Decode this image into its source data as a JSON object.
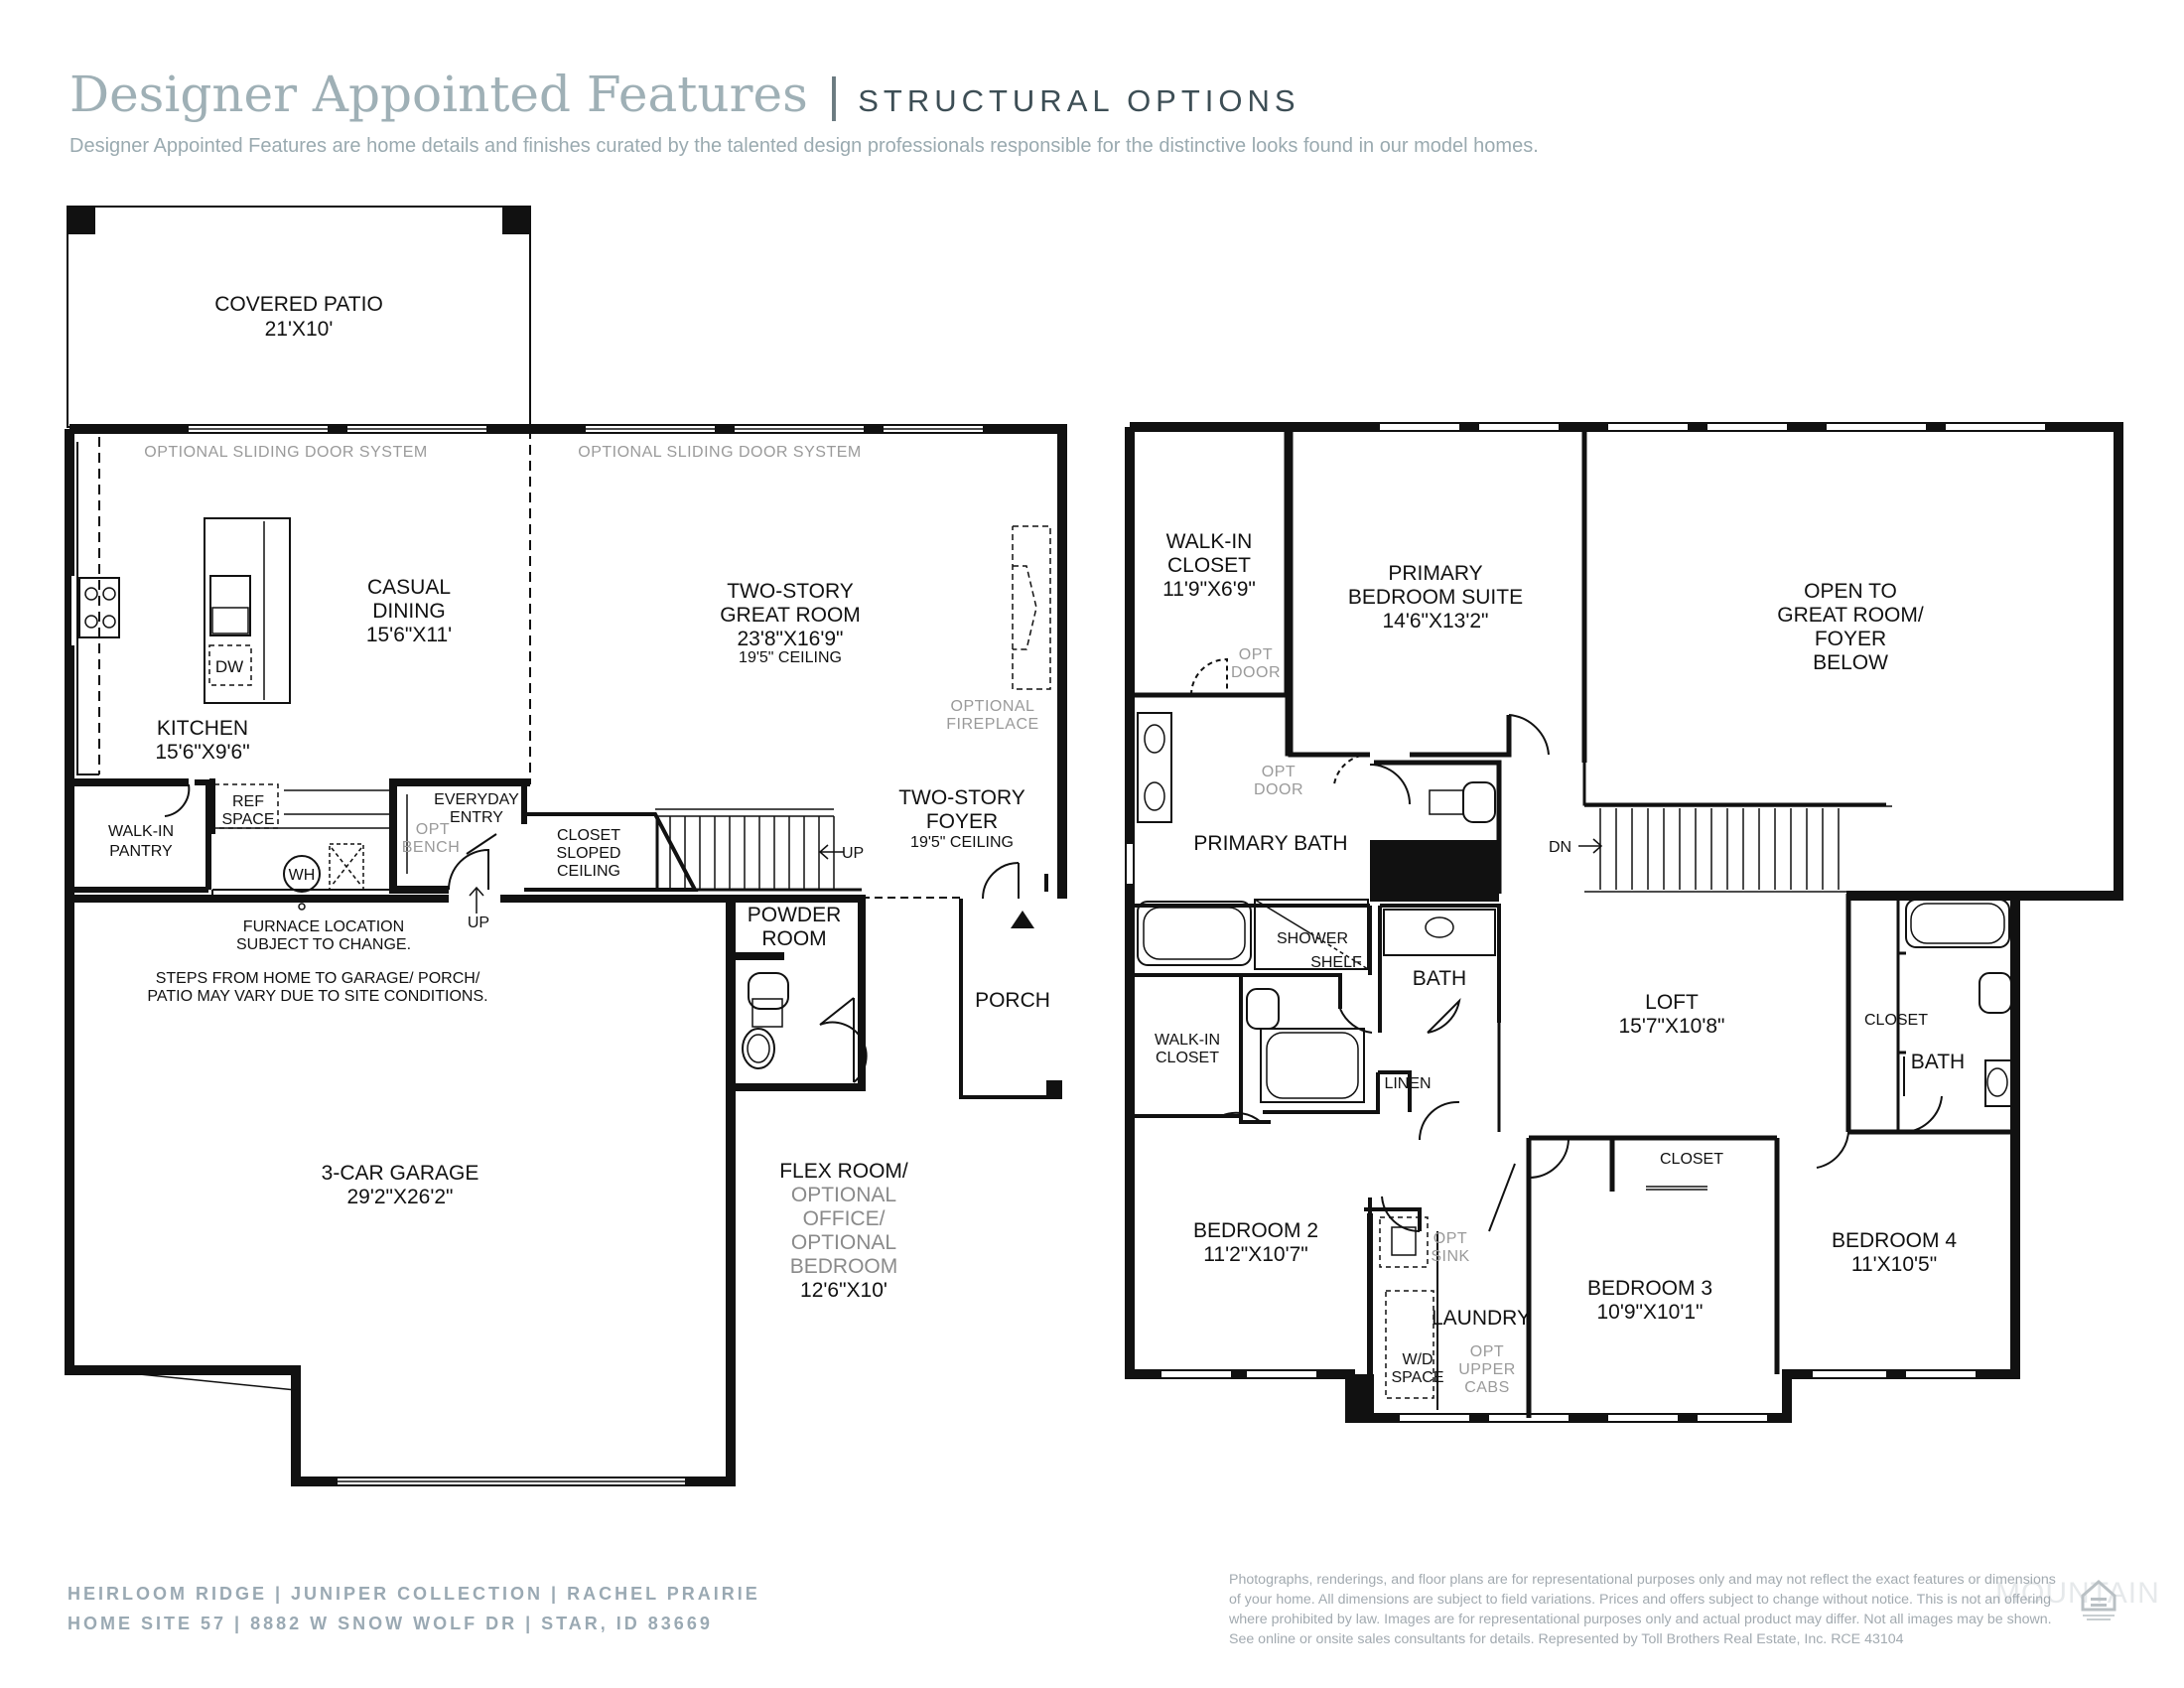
{
  "header": {
    "title": "Designer Appointed Features",
    "divider": "|",
    "subtitle": "STRUCTURAL OPTIONS",
    "tagline": "Designer Appointed Features are home details and finishes curated by the talented design professionals responsible for the distinctive looks found in our model homes."
  },
  "first_floor": {
    "covered_patio": [
      "COVERED PATIO",
      "21'X10'"
    ],
    "sliding_door_1": "OPTIONAL SLIDING DOOR SYSTEM",
    "sliding_door_2": "OPTIONAL SLIDING DOOR SYSTEM",
    "casual_dining": [
      "CASUAL",
      "DINING",
      "15'6\"X11'"
    ],
    "great_room": [
      "TWO-STORY",
      "GREAT ROOM",
      "23'8\"X16'9\"",
      "19'5\" CEILING"
    ],
    "optional_fireplace": [
      "OPTIONAL",
      "FIREPLACE"
    ],
    "dw": "DW",
    "kitchen": [
      "KITCHEN",
      "15'6\"X9'6\""
    ],
    "walkin_pantry": [
      "WALK-IN",
      "PANTRY"
    ],
    "ref_space": [
      "REF",
      "SPACE"
    ],
    "everyday_entry": [
      "EVERYDAY",
      "ENTRY"
    ],
    "opt_bench": [
      "OPT",
      "BENCH"
    ],
    "closet_sloped": [
      "CLOSET",
      "SLOPED",
      "CEILING"
    ],
    "up_stairs": "UP",
    "foyer": [
      "TWO-STORY",
      "FOYER",
      "19'5\" CEILING"
    ],
    "wh": "WH",
    "up_garage": "UP",
    "furnace_note": [
      "FURNACE LOCATION",
      "SUBJECT TO CHANGE."
    ],
    "steps_note": [
      "STEPS FROM HOME TO GARAGE/ PORCH/",
      "PATIO MAY VARY DUE TO SITE CONDITIONS."
    ],
    "powder_room": [
      "POWDER",
      "ROOM"
    ],
    "porch": "PORCH",
    "garage": [
      "3-CAR GARAGE",
      "29'2\"X26'2\""
    ],
    "flex_room": [
      "FLEX ROOM/",
      "OPTIONAL",
      "OFFICE/",
      "OPTIONAL",
      "BEDROOM",
      "12'6\"X10'"
    ]
  },
  "second_floor": {
    "walkin_closet_1": [
      "WALK-IN",
      "CLOSET",
      "11'9\"X6'9\""
    ],
    "opt_door_1": [
      "OPT",
      "DOOR"
    ],
    "primary_suite": [
      "PRIMARY",
      "BEDROOM SUITE",
      "14'6\"X13'2\""
    ],
    "open_to": [
      "OPEN TO",
      "GREAT ROOM/",
      "FOYER",
      "BELOW"
    ],
    "opt_door_2": [
      "OPT",
      "DOOR"
    ],
    "primary_bath": "PRIMARY BATH",
    "dn": "DN",
    "shower": "SHOWER",
    "shelf": "SHELF",
    "bath_center": "BATH",
    "loft": [
      "LOFT",
      "15'7\"X10'8\""
    ],
    "closet_bath": "CLOSET",
    "bath_right": "BATH",
    "walkin_closet_2": [
      "WALK-IN",
      "CLOSET"
    ],
    "linen": "LINEN",
    "closet_bed3": "CLOSET",
    "bedroom2": [
      "BEDROOM 2",
      "11'2\"X10'7\""
    ],
    "opt_sink": [
      "OPT",
      "SINK"
    ],
    "laundry": "LAUNDRY",
    "wd_space": [
      "W/D",
      "SPACE"
    ],
    "opt_upper_cabs": [
      "OPT",
      "UPPER",
      "CABS"
    ],
    "bedroom3": [
      "BEDROOM 3",
      "10'9\"X10'1\""
    ],
    "bedroom4": [
      "BEDROOM 4",
      "11'X10'5\""
    ]
  },
  "footer": {
    "line1": "HEIRLOOM RIDGE  |  JUNIPER COLLECTION  |  RACHEL PRAIRIE",
    "line2": "HOME SITE 57  |  8882 W SNOW WOLF DR  |  STAR, ID 83669",
    "disclaimer": "Photographs, renderings, and floor plans are for representational purposes only and may not reflect the exact features or dimensions of your home. All dimensions are subject to field variations. Prices and offers subject to change without notice. This is not an offering where prohibited by law. Images are for representational purposes only and actual product may differ. Not all images may be shown. See online or onsite sales consultants for details. Represented by Toll Brothers Real Estate, Inc. RCE 43104",
    "watermark": "MOUNTAIN"
  }
}
